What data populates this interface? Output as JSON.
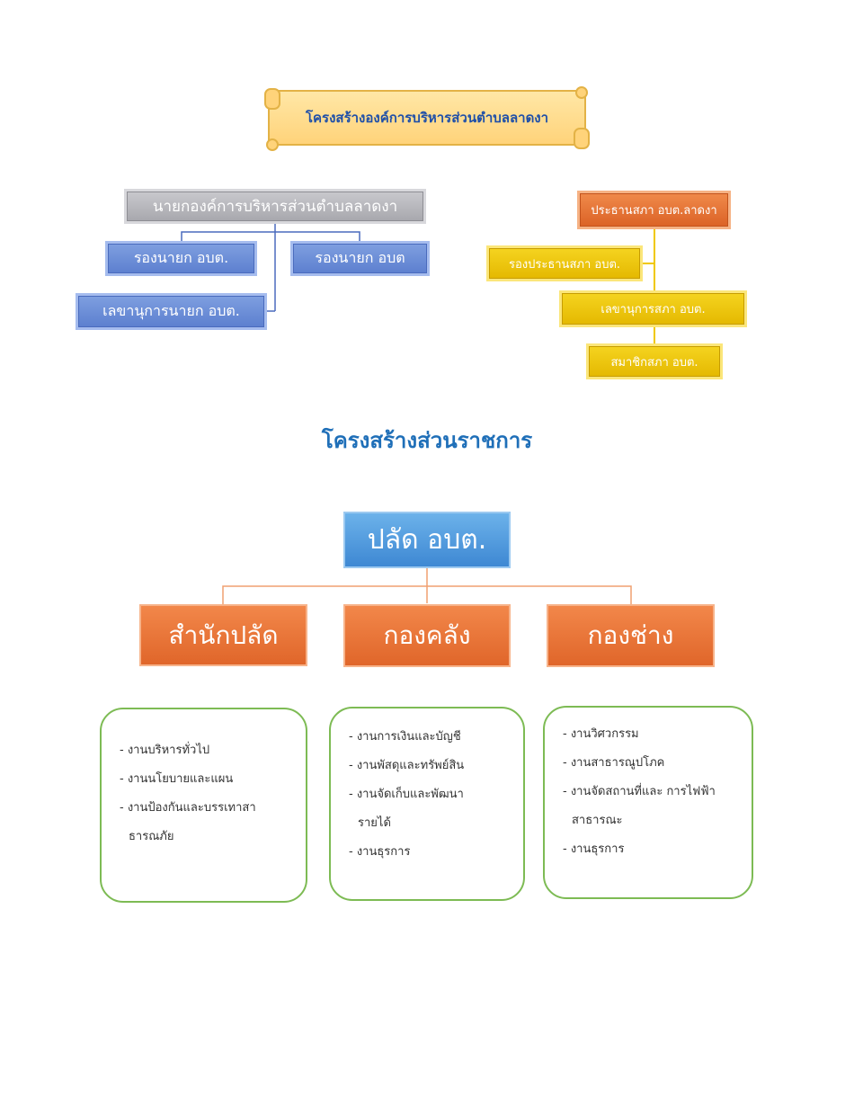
{
  "banner": {
    "title": "โครงสร้างองค์การบริหารส่วนตำบลลาดงา"
  },
  "executive": {
    "head": "นายกองค์การบริหารส่วนตำบลลาดงา",
    "deputy_1": "รองนายก อบต.",
    "deputy_2": "รองนายก อบต",
    "secretary": "เลขานุการนายก อบต."
  },
  "council": {
    "chair": "ประธานสภา อบต.ลาดงา",
    "vice_chair": "รองประธานสภา อบต.",
    "secretary": "เลขานุการสภา อบต.",
    "members": "สมาชิกสภา อบต."
  },
  "section_title": "โครงสร้างส่วนราชการ",
  "administration": {
    "head": "ปลัด อบต.",
    "departments": [
      {
        "name": "สำนักปลัด",
        "duties": [
          "- งานบริหารทั่วไป",
          "- งานนโยบายและแผน",
          "- งานป้องกันและบรรเทาสา",
          "ธารณภัย"
        ]
      },
      {
        "name": "กองคลัง",
        "duties": [
          "- งานการเงินและบัญชี",
          "- งานพัสดุและทรัพย์สิน",
          "- งานจัดเก็บและพัฒนา",
          "รายได้",
          "- งานธุรการ"
        ]
      },
      {
        "name": "กองช่าง",
        "duties": [
          "- งานวิศวกรรม",
          "- งานสาธารณูปโภค",
          "- งานจัดสถานที่และ การไฟฟ้า",
          "สาธารณะ",
          "- งานธุรการ"
        ]
      }
    ]
  },
  "colors": {
    "title_blue": "#1f6fb8",
    "orange": "#e0662a",
    "yellow": "#f0c800",
    "duty_border": "#7dbb54"
  }
}
